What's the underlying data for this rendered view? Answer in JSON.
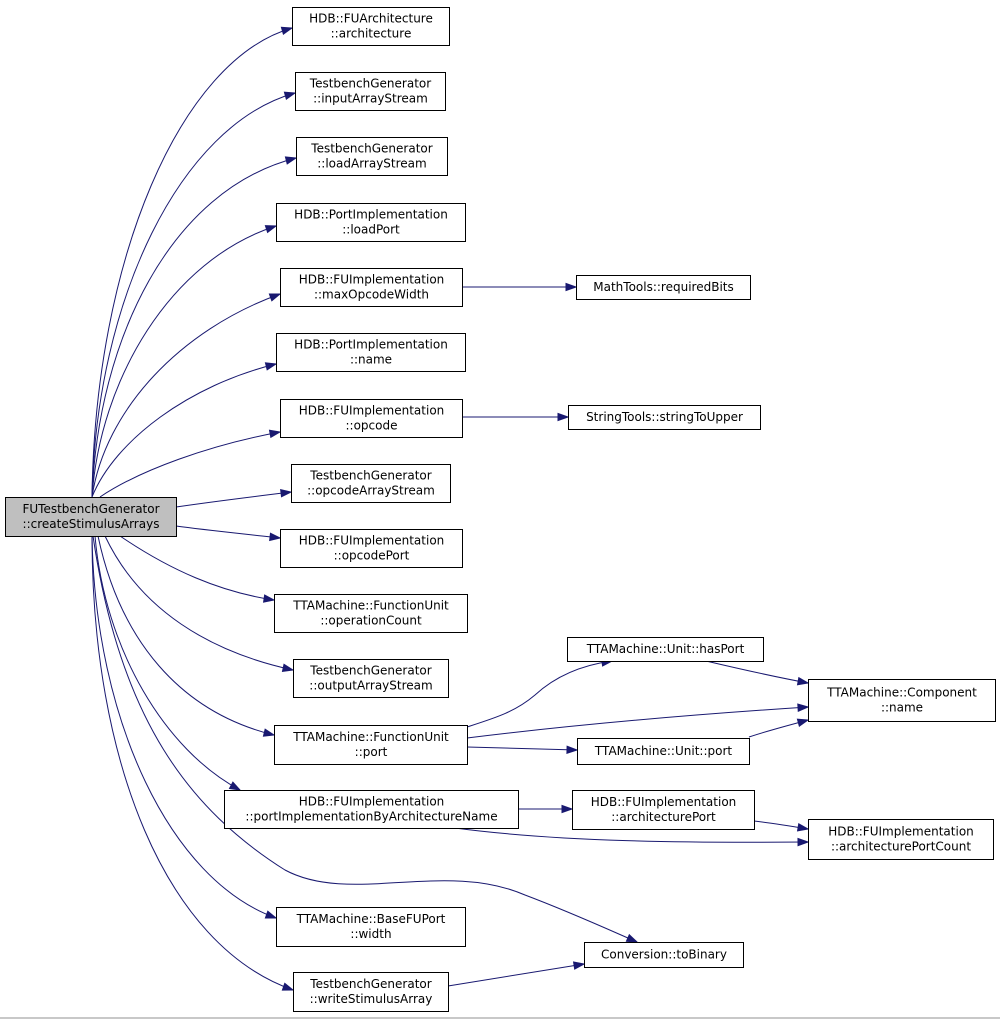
{
  "colors": {
    "edge": "#191970",
    "node_border": "#000000",
    "node_fill": "#ffffff",
    "root_fill": "#bfbfbf"
  },
  "nodes": {
    "root": [
      "FUTestbenchGenerator",
      "::createStimulusArrays"
    ],
    "n_architecture": [
      "HDB::FUArchitecture",
      "::architecture"
    ],
    "n_inputArrayStream": [
      "TestbenchGenerator",
      "::inputArrayStream"
    ],
    "n_loadArrayStream": [
      "TestbenchGenerator",
      "::loadArrayStream"
    ],
    "n_loadPort": [
      "HDB::PortImplementation",
      "::loadPort"
    ],
    "n_maxOpcodeWidth": [
      "HDB::FUImplementation",
      "::maxOpcodeWidth"
    ],
    "n_requiredBits": [
      "MathTools::requiredBits"
    ],
    "n_portImplName": [
      "HDB::PortImplementation",
      "::name"
    ],
    "n_opcode": [
      "HDB::FUImplementation",
      "::opcode"
    ],
    "n_stringToUpper": [
      "StringTools::stringToUpper"
    ],
    "n_opcodeArrayStream": [
      "TestbenchGenerator",
      "::opcodeArrayStream"
    ],
    "n_opcodePort": [
      "HDB::FUImplementation",
      "::opcodePort"
    ],
    "n_operationCount": [
      "TTAMachine::FunctionUnit",
      "::operationCount"
    ],
    "n_outputArrayStream": [
      "TestbenchGenerator",
      "::outputArrayStream"
    ],
    "n_hasPort": [
      "TTAMachine::Unit::hasPort"
    ],
    "n_componentName": [
      "TTAMachine::Component",
      "::name"
    ],
    "n_fuPort": [
      "TTAMachine::FunctionUnit",
      "::port"
    ],
    "n_unitPort": [
      "TTAMachine::Unit::port"
    ],
    "n_portImplByArch": [
      "HDB::FUImplementation",
      "::portImplementationByArchitectureName"
    ],
    "n_architecturePort": [
      "HDB::FUImplementation",
      "::architecturePort"
    ],
    "n_architecturePortCount": [
      "HDB::FUImplementation",
      "::architecturePortCount"
    ],
    "n_width": [
      "TTAMachine::BaseFUPort",
      "::width"
    ],
    "n_toBinary": [
      "Conversion::toBinary"
    ],
    "n_writeStimulusArray": [
      "TestbenchGenerator",
      "::writeStimulusArray"
    ]
  },
  "edges": [
    [
      "root",
      "n_architecture"
    ],
    [
      "root",
      "n_inputArrayStream"
    ],
    [
      "root",
      "n_loadArrayStream"
    ],
    [
      "root",
      "n_loadPort"
    ],
    [
      "root",
      "n_maxOpcodeWidth"
    ],
    [
      "root",
      "n_portImplName"
    ],
    [
      "root",
      "n_opcode"
    ],
    [
      "root",
      "n_opcodeArrayStream"
    ],
    [
      "root",
      "n_opcodePort"
    ],
    [
      "root",
      "n_operationCount"
    ],
    [
      "root",
      "n_outputArrayStream"
    ],
    [
      "root",
      "n_fuPort"
    ],
    [
      "root",
      "n_portImplByArch"
    ],
    [
      "root",
      "n_toBinary"
    ],
    [
      "root",
      "n_width"
    ],
    [
      "root",
      "n_writeStimulusArray"
    ],
    [
      "n_maxOpcodeWidth",
      "n_requiredBits"
    ],
    [
      "n_opcode",
      "n_stringToUpper"
    ],
    [
      "n_fuPort",
      "n_hasPort"
    ],
    [
      "n_fuPort",
      "n_componentName"
    ],
    [
      "n_fuPort",
      "n_unitPort"
    ],
    [
      "n_hasPort",
      "n_componentName"
    ],
    [
      "n_unitPort",
      "n_componentName"
    ],
    [
      "n_portImplByArch",
      "n_architecturePort"
    ],
    [
      "n_portImplByArch",
      "n_architecturePortCount"
    ],
    [
      "n_architecturePort",
      "n_architecturePortCount"
    ],
    [
      "n_writeStimulusArray",
      "n_toBinary"
    ]
  ]
}
